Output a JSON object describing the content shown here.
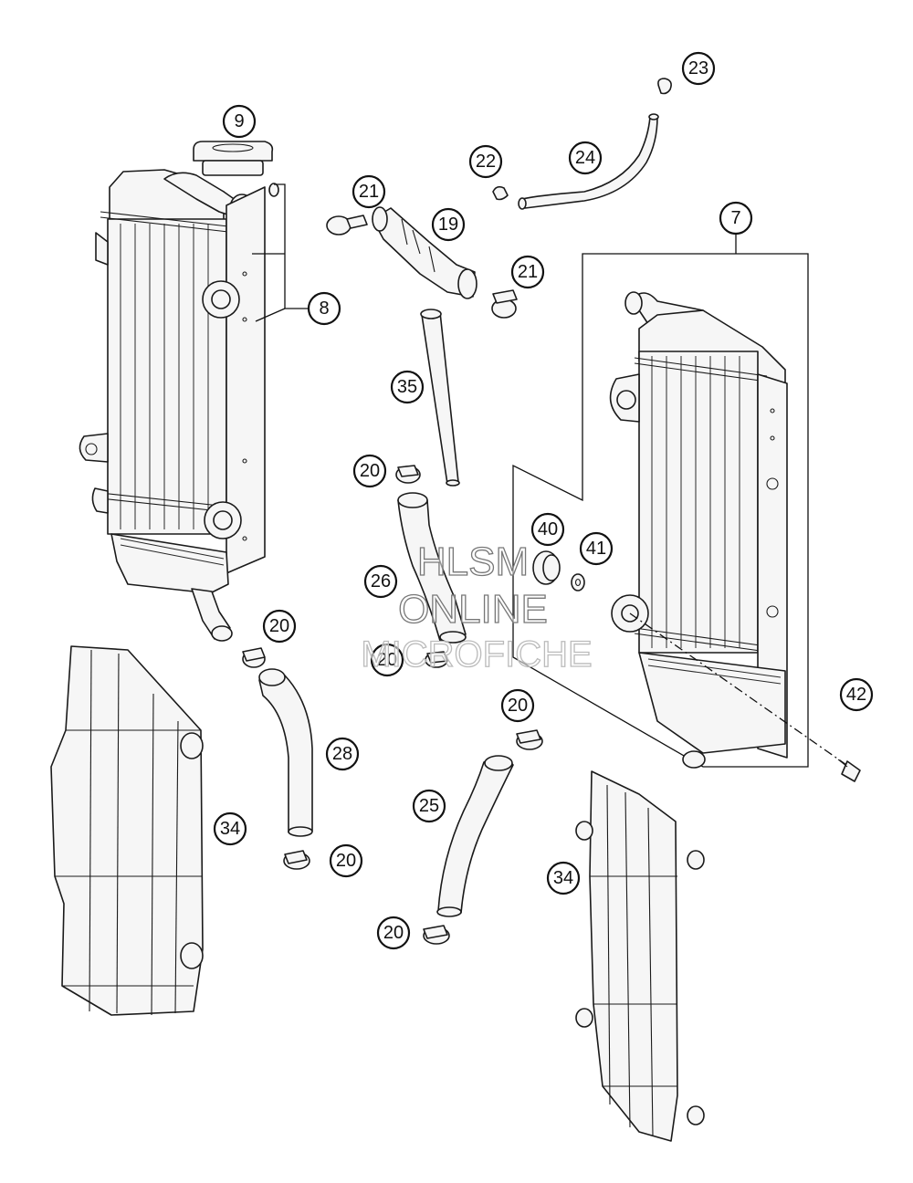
{
  "callouts": [
    {
      "id": "c9",
      "label": "9"
    },
    {
      "id": "c8",
      "label": "8"
    },
    {
      "id": "c23",
      "label": "23"
    },
    {
      "id": "c24",
      "label": "24"
    },
    {
      "id": "c22",
      "label": "22"
    },
    {
      "id": "c21a",
      "label": "21"
    },
    {
      "id": "c19",
      "label": "19"
    },
    {
      "id": "c21b",
      "label": "21"
    },
    {
      "id": "c7",
      "label": "7"
    },
    {
      "id": "c35",
      "label": "35"
    },
    {
      "id": "c20a",
      "label": "20"
    },
    {
      "id": "c40",
      "label": "40"
    },
    {
      "id": "c41",
      "label": "41"
    },
    {
      "id": "c26",
      "label": "26"
    },
    {
      "id": "c20b",
      "label": "20"
    },
    {
      "id": "c20c",
      "label": "20"
    },
    {
      "id": "c20d",
      "label": "20"
    },
    {
      "id": "c42",
      "label": "42"
    },
    {
      "id": "c28",
      "label": "28"
    },
    {
      "id": "c25",
      "label": "25"
    },
    {
      "id": "c34a",
      "label": "34"
    },
    {
      "id": "c20e",
      "label": "20"
    },
    {
      "id": "c20f",
      "label": "20"
    },
    {
      "id": "c34b",
      "label": "34"
    }
  ],
  "watermark": {
    "line1": "HLSM",
    "line2": "ONLINE",
    "line3": "MICROFICHE"
  }
}
